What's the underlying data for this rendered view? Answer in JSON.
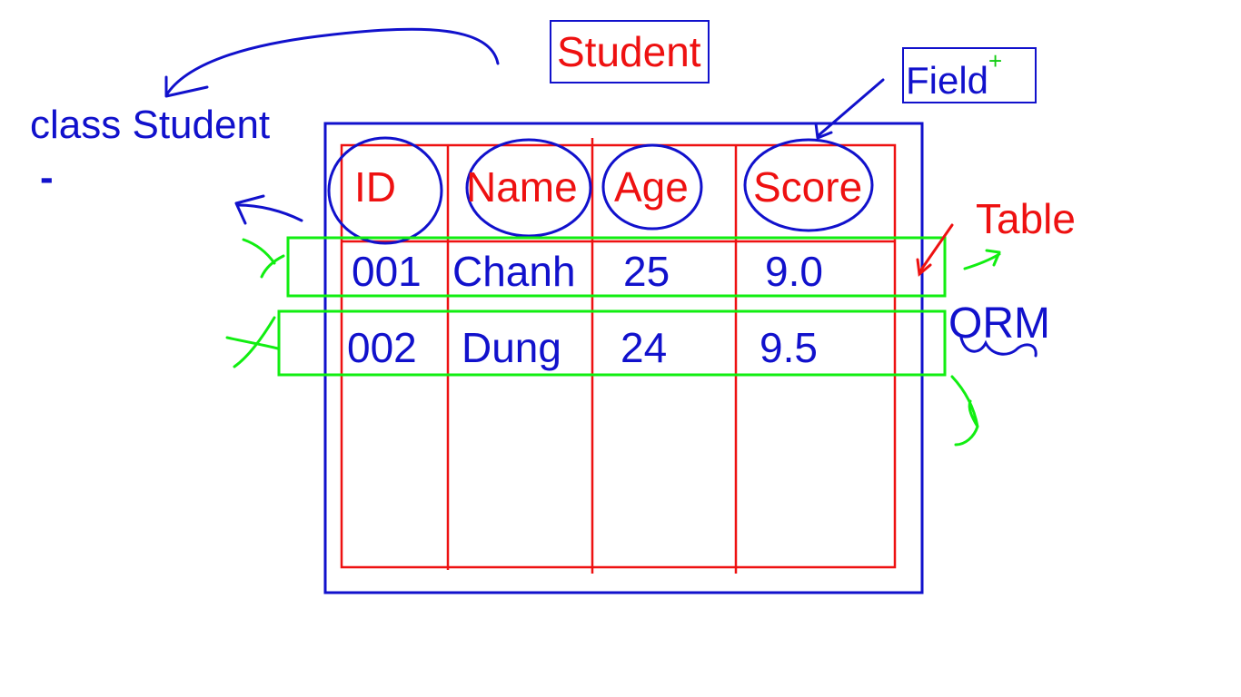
{
  "title_box": {
    "text": "Student",
    "color": "#ee1111",
    "border_color": "#1111cc"
  },
  "field_box": {
    "text": "Field",
    "plus": "+",
    "color": "#1111cc",
    "plus_color": "#11cc11"
  },
  "class_label": {
    "text": "class Student",
    "dash": "-",
    "color": "#1111cc"
  },
  "table_label": {
    "text": "Table",
    "color": "#ee1111"
  },
  "orm_label": {
    "text": "ORM",
    "color": "#1111cc"
  },
  "table": {
    "headers": [
      "ID",
      "Name",
      "Age",
      "Score"
    ],
    "header_color": "#ee1111",
    "rows": [
      [
        "001",
        "Chanh",
        "25",
        "9.0"
      ],
      [
        "002",
        "Dung",
        "24",
        "9.5"
      ]
    ],
    "cell_color": "#1111cc"
  },
  "colors": {
    "annotation_blue": "#1111cc",
    "annotation_red": "#ee1111",
    "annotation_green": "#11ee11"
  }
}
